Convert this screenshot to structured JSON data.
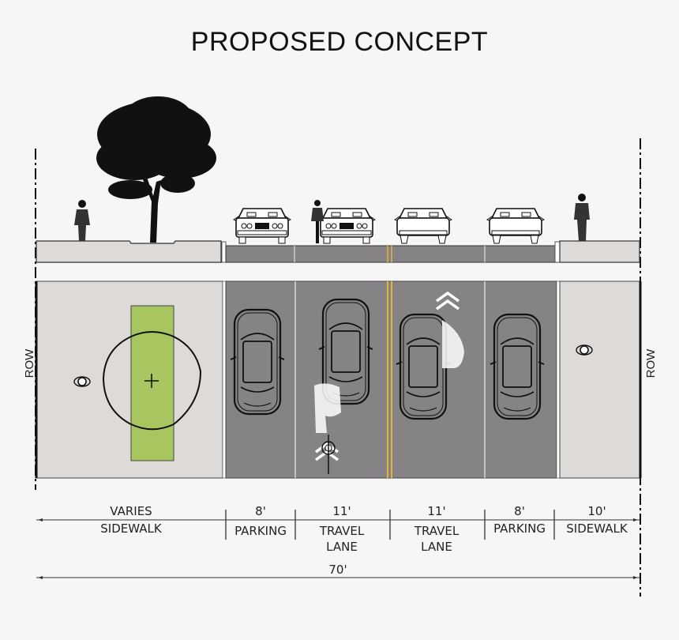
{
  "title": "PROPOSED CONCEPT",
  "row_label_left": "ROW",
  "row_label_right": "ROW",
  "colors": {
    "background": "#f6f6f6",
    "sidewalk": "#dedad8",
    "roadway": "#858386",
    "centerline": "#e3b236",
    "tree_planter": "#a8c660",
    "lane_line": "#ffffff",
    "outline": "#111111"
  },
  "segments": [
    {
      "id": "sidewalk-left",
      "width": "VARIES",
      "label": "SIDEWALK",
      "label2": ""
    },
    {
      "id": "parking-left",
      "width": "8'",
      "label": "PARKING",
      "label2": ""
    },
    {
      "id": "travel-lane-left",
      "width": "11'",
      "label": "TRAVEL",
      "label2": "LANE"
    },
    {
      "id": "travel-lane-right",
      "width": "11'",
      "label": "TRAVEL",
      "label2": "LANE"
    },
    {
      "id": "parking-right",
      "width": "8'",
      "label": "PARKING",
      "label2": ""
    },
    {
      "id": "sidewalk-right",
      "width": "10'",
      "label": "SIDEWALK",
      "label2": ""
    }
  ],
  "total_width": "70'",
  "elements": {
    "section": [
      "pedestrian",
      "street-tree",
      "parked-car",
      "cyclist",
      "car",
      "car",
      "parked-car",
      "pedestrian"
    ],
    "plan": [
      "pedestrian-top",
      "tree-canopy",
      "tree-planter",
      "parked-car",
      "car",
      "sharrow",
      "cyclist",
      "car",
      "sharrow",
      "parked-car",
      "pedestrian-top"
    ]
  }
}
